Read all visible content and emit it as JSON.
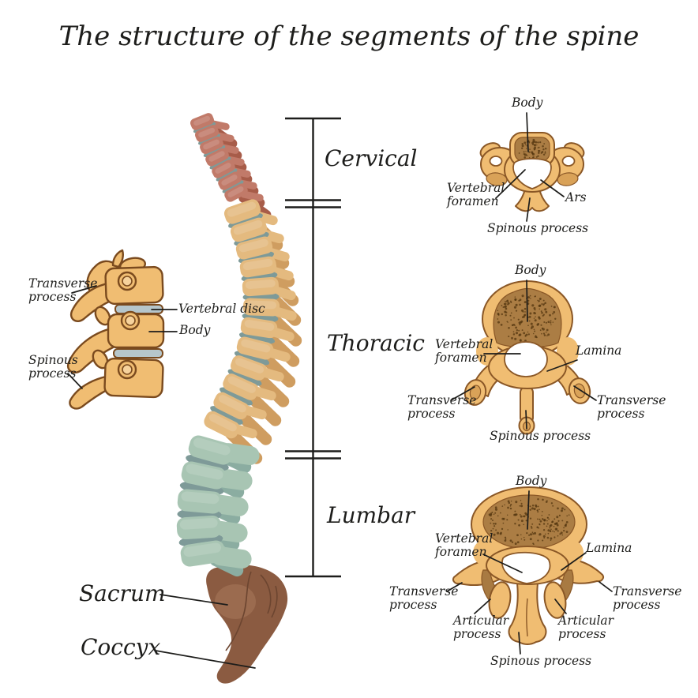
{
  "title": "The structure of the segments of the spine",
  "palette": {
    "background": "#ffffff",
    "text": "#1d1d1b",
    "line": "#1d1d1b",
    "cervical": "#c17a69",
    "cervical_dark": "#a75c49",
    "thoracic": "#e4ba7f",
    "thoracic_dark": "#cf9d60",
    "lumbar": "#a8c5b3",
    "lumbar_dark": "#8bada1",
    "disc": "#7e9a98",
    "disc_light": "#b6c6cb",
    "sacrum": "#8b5b41",
    "sacrum_dark": "#6c4530",
    "sacrum_light": "#9d6e52",
    "bone": "#f0bd72",
    "bone_line": "#8a5726",
    "bone_shade": "#d9a258",
    "bone_inner": "#f6d29c",
    "bone_shadow": "#a87a42",
    "speckle_bg": "#ab7d44",
    "speckle_dot": "#53350f"
  },
  "segments": {
    "cervical": "Cervical",
    "thoracic": "Thoracic",
    "lumbar": "Lumbar",
    "sacrum": "Sacrum",
    "coccyx": "Coccyx"
  },
  "inset": {
    "transverse": "Transverse process",
    "disc": "Vertebral disc",
    "body": "Body",
    "spinous": "Spinous process"
  },
  "cervical_section": {
    "body": "Body",
    "foramen": "Vertebral foramen",
    "ars": "Ars",
    "spinous": "Spinous process"
  },
  "thoracic_section": {
    "body": "Body",
    "foramen": "Vertebral foramen",
    "lamina": "Lamina",
    "transverse_left": "Transverse process",
    "transverse_right": "Transverse process",
    "spinous": "Spinous process"
  },
  "lumbar_section": {
    "body": "Body",
    "foramen": "Vertebral foramen",
    "lamina": "Lamina",
    "transverse_left": "Transverse process",
    "transverse_right": "Transverse process",
    "articular_left": "Articular process",
    "articular_right": "Articular process",
    "spinous": "Spinous process"
  }
}
